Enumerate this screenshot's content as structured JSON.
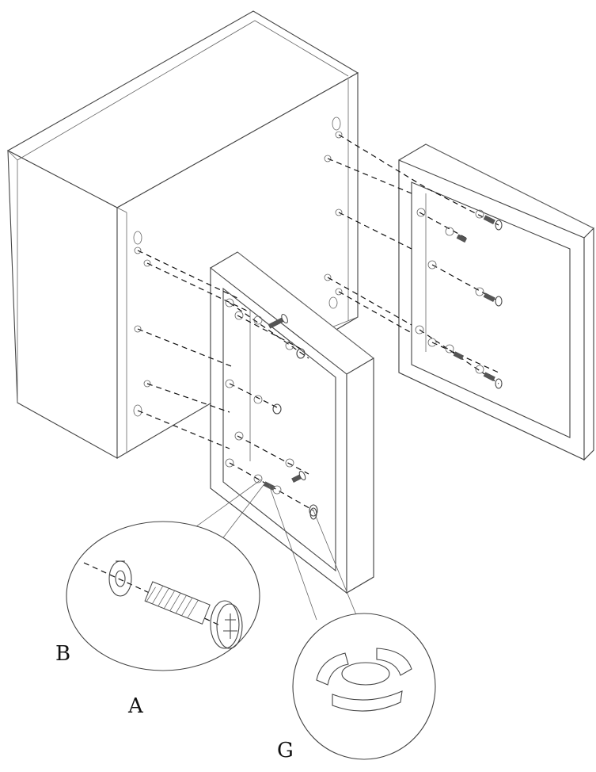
{
  "labels": {
    "a": "A",
    "b": "B",
    "g": "G"
  }
}
